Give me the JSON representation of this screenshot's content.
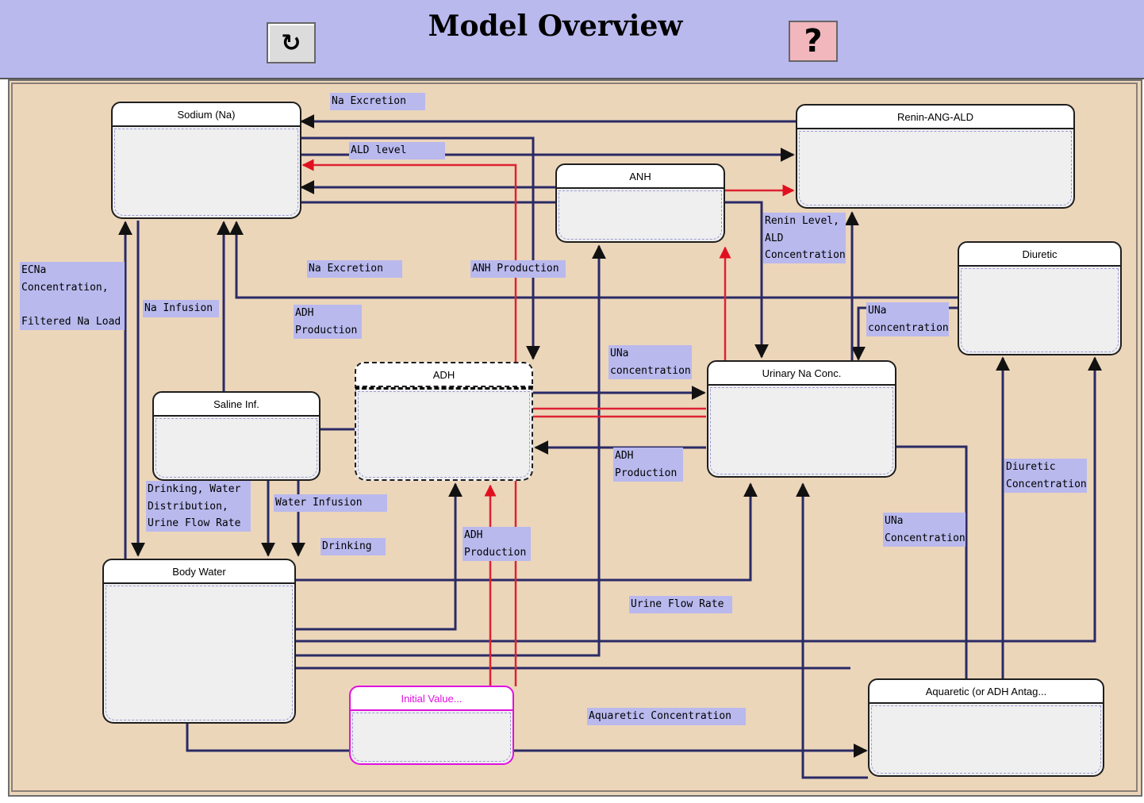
{
  "header": {
    "title": "Model Overview",
    "back_icon": "↻",
    "help_label": "?"
  },
  "nodes": {
    "sodium": "Sodium (Na)",
    "renin": "Renin-ANG-ALD",
    "anh": "ANH",
    "diuretic": "Diuretic",
    "adh": "ADH",
    "urinary": "Urinary Na Conc.",
    "saline": "Saline Inf.",
    "body_water": "Body Water",
    "initial": "Initial Value...",
    "aquaretic": "Aquaretic (or ADH Antag..."
  },
  "labels": {
    "na_excretion_top": "Na Excretion",
    "ald_level": "ALD level",
    "renin_level": "Renin Level,\nALD\nConcentration",
    "ecna": "ECNa\nConcentration,\n\nFiltered Na Load",
    "na_infusion": "Na Infusion",
    "na_excretion_mid": "Na Excretion",
    "adh_production_left": "ADH\nProduction",
    "anh_production": "ANH Production",
    "una_conc_mid": "UNa\nconcentration",
    "una_conc_right": "UNa\nconcentration",
    "drinking_water": "Drinking, Water\nDistribution,\nUrine Flow Rate",
    "water_infusion": "Water Infusion",
    "drinking": "Drinking",
    "adh_production_right": "ADH\nProduction",
    "adh_production_bottom": "ADH\nProduction",
    "diuretic_conc": "Diuretic\nConcentration",
    "una_conc_bottom": "UNa\nConcentration",
    "urine_flow_rate": "Urine Flow Rate",
    "aquaretic_conc": "Aquaretic Concentration"
  },
  "colors": {
    "header_bg": "#b9b9ee",
    "canvas_bg": "#ecd6ba",
    "wire_navy": "#2a2a66",
    "wire_red": "#dd2233",
    "label_bg": "#b9b9ee",
    "initial_value_accent": "#e010e0"
  }
}
